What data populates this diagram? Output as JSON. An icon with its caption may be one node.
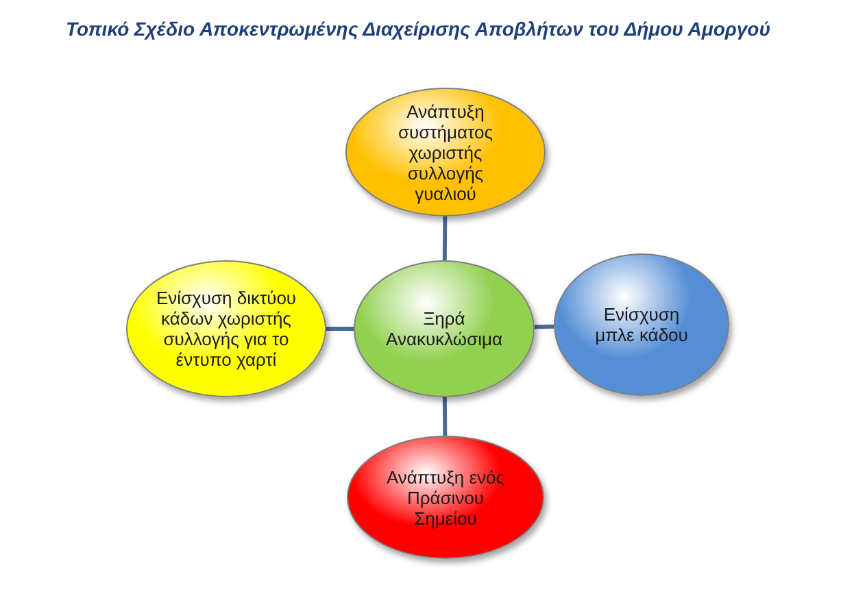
{
  "diagram": {
    "title": "Τοπικό Σχέδιο Αποκεντρωμένης Διαχείρισης Αποβλήτων του Δήμου Αμοργού",
    "nodes": [
      {
        "text": [
          "Ανάπτυξη συστήματος χωριστής συλλογής γυαλιού"
        ]
      },
      {
        "text": [
          "Ενίσχυση δικτύου κάδων χωριστής συλλογής για το έντυπο χαρτί"
        ]
      },
      {
        "text": [
          "Ξηρά Ανακυκλώσιμα"
        ]
      },
      {
        "text": [
          "Ενίσχυση μπλε κάδου"
        ]
      },
      {
        "text": [
          "Ανάπτυξη ενός Πράσινου Σημείου"
        ]
      }
    ],
    "edges": [
      {
        "from": 2,
        "to": 0,
        "arrow": "none"
      },
      {
        "from": 2,
        "to": 1,
        "arrow": "none"
      },
      {
        "from": 2,
        "to": 3,
        "arrow": "none"
      },
      {
        "from": 2,
        "to": 4,
        "arrow": "none"
      }
    ]
  }
}
